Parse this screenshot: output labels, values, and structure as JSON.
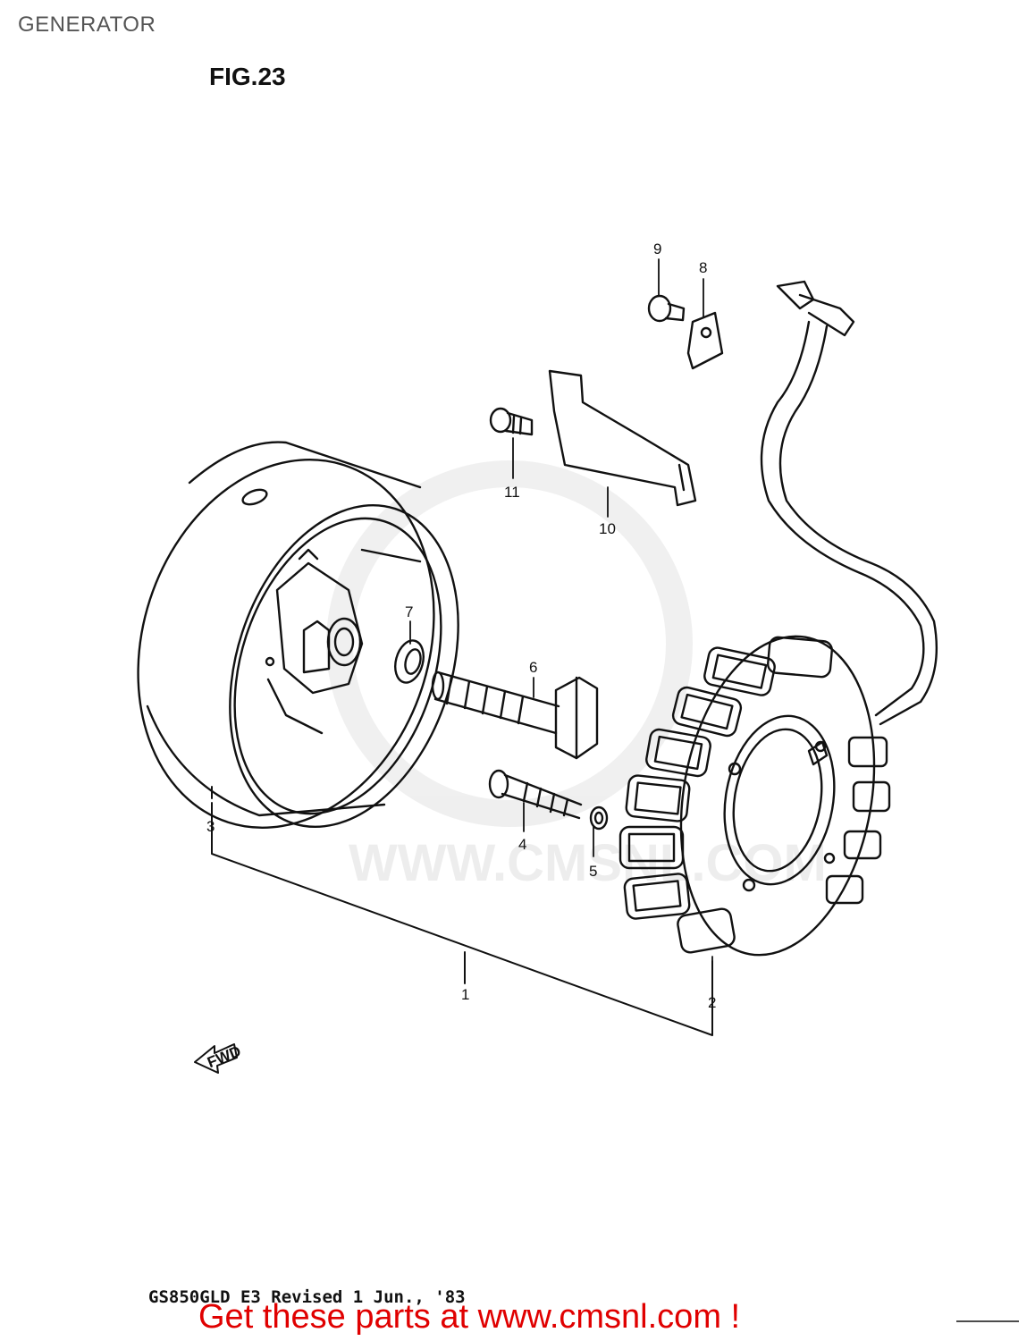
{
  "header": {
    "title": "GENERATOR"
  },
  "figure": {
    "label": "FIG.23"
  },
  "watermark": {
    "text": "WWW.CMSNL.COM",
    "color": "#e6e6e6"
  },
  "callouts": {
    "c1": "1",
    "c2": "2",
    "c3": "3",
    "c4": "4",
    "c5": "5",
    "c6": "6",
    "c7": "7",
    "c8": "8",
    "c9": "9",
    "c10": "10",
    "c11": "11"
  },
  "direction": {
    "label": "FWD"
  },
  "footer": {
    "revision": "GS850GLD E3 Revised 1 Jun., '83",
    "promo": "Get these parts at www.cmsnl.com !"
  },
  "colors": {
    "line": "#111111",
    "promo": "#e00000",
    "header": "#555555"
  }
}
